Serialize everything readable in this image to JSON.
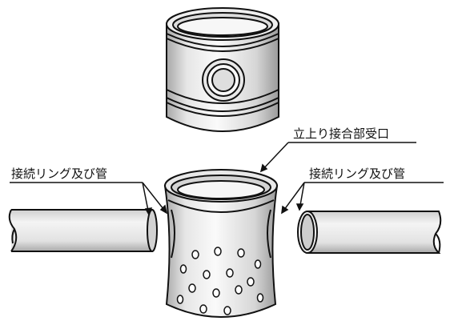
{
  "labels": {
    "riser_socket": "立上り接合部受口",
    "left_connection": "接続リング及び管",
    "right_connection": "接続リング及び管"
  },
  "colors": {
    "stroke": "#111111",
    "fill_light": "#f2f2f2",
    "fill_mid": "#d9d9d9",
    "fill_dark": "#a8a8a8",
    "background": "#ffffff"
  },
  "components": [
    "upper-riser-cylinder",
    "lower-perforated-base",
    "left-pipe",
    "right-pipe"
  ]
}
